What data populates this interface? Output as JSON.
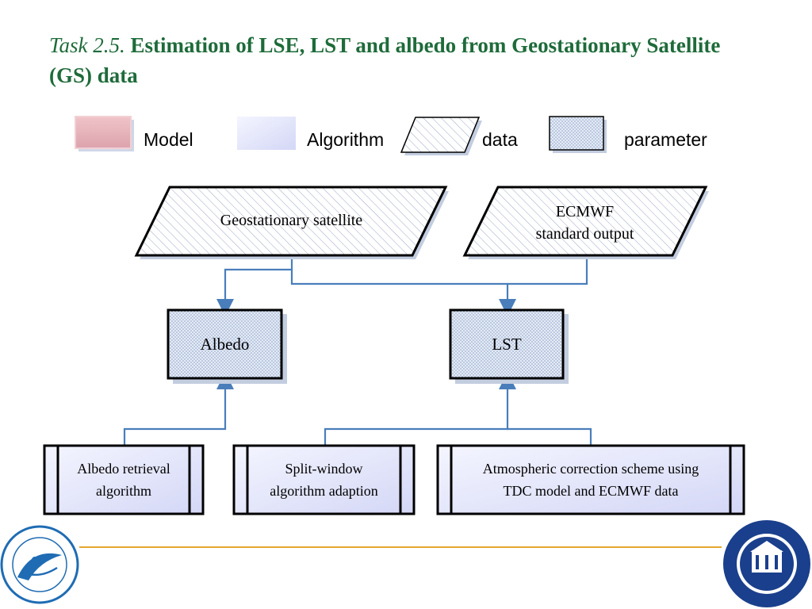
{
  "title": {
    "task": "Task 2.5.",
    "main": "Estimation of LSE, LST and albedo from Geostationary Satellite (GS) data"
  },
  "legend": {
    "model": "Model",
    "algorithm": "Algorithm",
    "data": "data",
    "parameter": "parameter"
  },
  "nodes": {
    "gs": "Geostationary satellite",
    "ecmwf_line1": "ECMWF",
    "ecmwf_line2": "standard output",
    "albedo": "Albedo",
    "lst": "LST",
    "alg_albedo_line1": "Albedo retrieval",
    "alg_albedo_line2": "algorithm",
    "alg_split_line1": "Split-window",
    "alg_split_line2": "algorithm adaption",
    "alg_atm_line1": "Atmospheric correction scheme using",
    "alg_atm_line2": "TDC model and ECMWF data"
  },
  "colors": {
    "title": "#1e6b3a",
    "arrow": "#4a7ebb",
    "footer_line": "#e3a72f",
    "model_fill": "#e8b4bc",
    "algorithm_fill": "#e1e3fb",
    "seal_blue": "#1a3f8c"
  }
}
